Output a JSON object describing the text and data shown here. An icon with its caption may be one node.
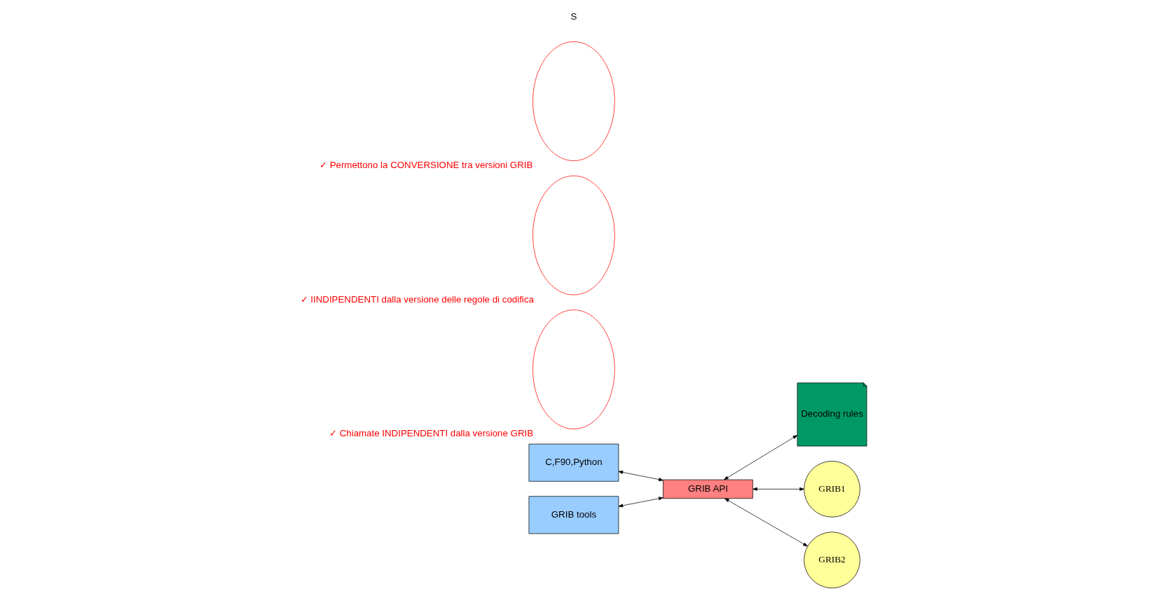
{
  "diagram": {
    "nodes": [
      {
        "text": [
          "C,F90,Python"
        ]
      },
      {
        "text": [
          "GRIB tools"
        ]
      },
      {
        "text": [
          "GRIB API"
        ]
      },
      {
        "text": [
          "Decoding rules"
        ]
      },
      {
        "text": [
          "GRIB1"
        ]
      },
      {
        "text": [
          "GRIB2"
        ]
      },
      {
        "text": [],
        "shape": "ellipse",
        "beside": [
          "✓ Chiamate INDIPENDENTI dalla versione GRIB"
        ]
      },
      {
        "text": [],
        "shape": "ellipse",
        "beside": [
          "✓ IINDIPENDENTI dalla versione delle regole di codifica"
        ]
      },
      {
        "text": [],
        "shape": "ellipse",
        "beside": [
          "✓ Permettono la CONVERSIONE tra versioni GRIB"
        ]
      }
    ],
    "edges": [
      {
        "from": 0,
        "to": 2,
        "arrow": "both"
      },
      {
        "from": 1,
        "to": 2,
        "arrow": "both"
      },
      {
        "from": 2,
        "to": 3,
        "arrow": "both"
      },
      {
        "from": 2,
        "to": 4,
        "arrow": "both"
      },
      {
        "from": 2,
        "to": 5,
        "arrow": "both"
      }
    ],
    "labels": [
      "S"
    ]
  }
}
